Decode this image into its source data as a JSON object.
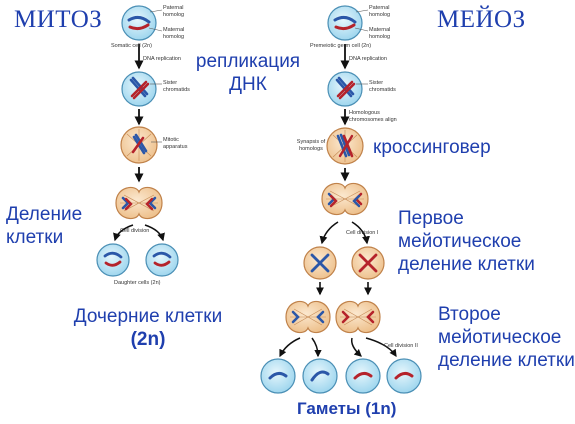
{
  "mitosis": {
    "heading": "МИТОЗ",
    "paternal_homolog": "Paternal homolog",
    "maternal_homolog": "Maternal homolog",
    "somatic_cell": "Somatic cell (2n)",
    "dna_replication": "DNA replication",
    "sister_chromatids": "Sister chromatids",
    "mitotic_apparatus": "Mitotic apparatus",
    "cell_division": "Cell division",
    "daughter_cells": "Daughter cells (2n)"
  },
  "meiosis": {
    "heading": "МЕЙОЗ",
    "paternal_homolog": "Paternal homolog",
    "maternal_homolog": "Maternal homolog",
    "premeiotic_cell": "Premeiotic germ cell (2n)",
    "dna_replication": "DNA replication",
    "sister_chromatids": "Sister chromatids",
    "homologous_align": "Homologous chromosomes align",
    "synapsis": "Synapsis of homologs",
    "cell_division_1": "Cell division I",
    "cell_division_2": "Cell division II"
  },
  "labels": {
    "replication_line1": "репликация",
    "replication_line2": "ДНК",
    "crossingover": "кроссинговер",
    "division_line1": "Деление",
    "division_line2": "клетки",
    "daughter_line1": "Дочерние клетки",
    "daughter_line2": "(2n)",
    "first_line1": "Первое",
    "first_line2": "мейотическое",
    "first_line3": "деление клетки",
    "second_line1": "Второе",
    "second_line2": "мейотическое",
    "second_line3": "деление клетки",
    "gametes": "Гаметы  (1n)"
  },
  "colors": {
    "text_blue": "#1f3fae",
    "cell_fill": "#f2cfa0",
    "cell_stroke": "#c0824a",
    "blue_cell_fill": "#aee0f2",
    "blue_cell_stroke": "#4a8fb5",
    "paternal": "#2b57a8",
    "maternal": "#b5232b",
    "arrow": "#111111"
  }
}
